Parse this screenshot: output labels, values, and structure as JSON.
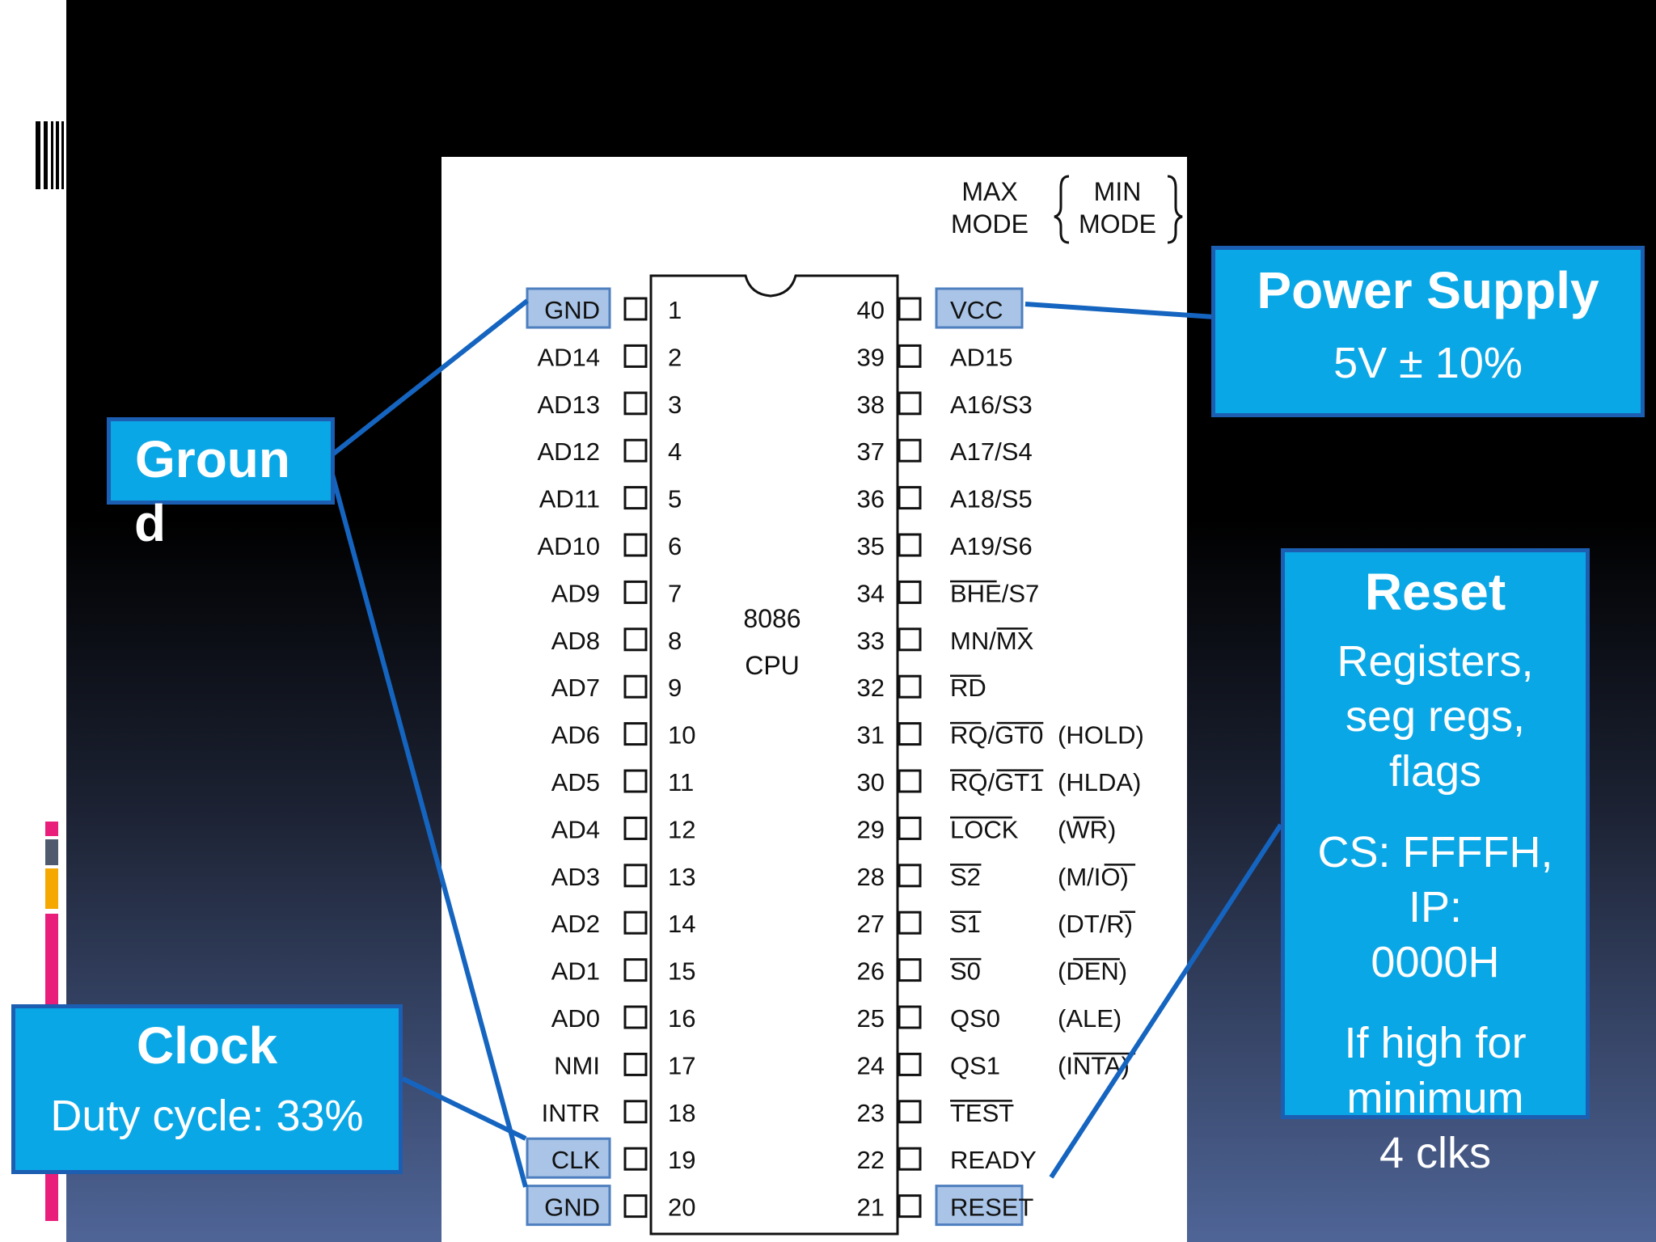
{
  "chip": {
    "name": "8086",
    "sub": "CPU",
    "mode_max": [
      "MAX",
      "MODE"
    ],
    "mode_min": [
      "MIN",
      "MODE"
    ],
    "left_pins": [
      {
        "num": "1",
        "label": "GND"
      },
      {
        "num": "2",
        "label": "AD14"
      },
      {
        "num": "3",
        "label": "AD13"
      },
      {
        "num": "4",
        "label": "AD12"
      },
      {
        "num": "5",
        "label": "AD11"
      },
      {
        "num": "6",
        "label": "AD10"
      },
      {
        "num": "7",
        "label": "AD9"
      },
      {
        "num": "8",
        "label": "AD8"
      },
      {
        "num": "9",
        "label": "AD7"
      },
      {
        "num": "10",
        "label": "AD6"
      },
      {
        "num": "11",
        "label": "AD5"
      },
      {
        "num": "12",
        "label": "AD4"
      },
      {
        "num": "13",
        "label": "AD3"
      },
      {
        "num": "14",
        "label": "AD2"
      },
      {
        "num": "15",
        "label": "AD1"
      },
      {
        "num": "16",
        "label": "AD0"
      },
      {
        "num": "17",
        "label": "NMI"
      },
      {
        "num": "18",
        "label": "INTR"
      },
      {
        "num": "19",
        "label": "CLK"
      },
      {
        "num": "20",
        "label": "GND"
      }
    ],
    "right_pins": [
      {
        "num": "40",
        "label": "VCC",
        "min": ""
      },
      {
        "num": "39",
        "label": "AD15",
        "min": ""
      },
      {
        "num": "38",
        "label": "A16/S3",
        "min": ""
      },
      {
        "num": "37",
        "label": "A17/S4",
        "min": ""
      },
      {
        "num": "36",
        "label": "A18/S5",
        "min": ""
      },
      {
        "num": "35",
        "label": "A19/S6",
        "min": ""
      },
      {
        "num": "34",
        "label": "BHE/S7",
        "min": ""
      },
      {
        "num": "33",
        "label": "MN/MX",
        "min": ""
      },
      {
        "num": "32",
        "label": "RD",
        "min": ""
      },
      {
        "num": "31",
        "label": "RQ/GT0",
        "min": "(HOLD)"
      },
      {
        "num": "30",
        "label": "RQ/GT1",
        "min": "(HLDA)"
      },
      {
        "num": "29",
        "label": "LOCK",
        "min": "(WR)"
      },
      {
        "num": "28",
        "label": "S2",
        "min": "(M/IO)"
      },
      {
        "num": "27",
        "label": "S1",
        "min": "(DT/R)"
      },
      {
        "num": "26",
        "label": "S0",
        "min": "(DEN)"
      },
      {
        "num": "25",
        "label": "QS0",
        "min": "(ALE)"
      },
      {
        "num": "24",
        "label": "QS1",
        "min": "(INTA)"
      },
      {
        "num": "23",
        "label": "TEST",
        "min": ""
      },
      {
        "num": "22",
        "label": "READY",
        "min": ""
      },
      {
        "num": "21",
        "label": "RESET",
        "min": ""
      }
    ]
  },
  "callouts": {
    "ground": {
      "title_line1": "Groun",
      "title_line2": "d"
    },
    "power": {
      "title": "Power Supply",
      "detail": "5V ± 10%"
    },
    "reset": {
      "title": "Reset",
      "lines_a": [
        "Registers,",
        "seg  regs,",
        "flags"
      ],
      "lines_b": [
        "CS: FFFFH,",
        "IP:",
        "0000H"
      ],
      "lines_c": [
        "If high for",
        "minimum",
        "4  clks"
      ]
    },
    "clock": {
      "title": "Clock",
      "detail": "Duty cycle: 33%"
    }
  },
  "colors": {
    "callout_fill": "#0aa7e6",
    "callout_border": "#1c5eb2",
    "leader_line": "#1565c0",
    "pin_highlight": "#a9c4e6",
    "accent_pink": "#e91e7a",
    "accent_orange": "#f5a800",
    "accent_gray": "#505a6e"
  }
}
